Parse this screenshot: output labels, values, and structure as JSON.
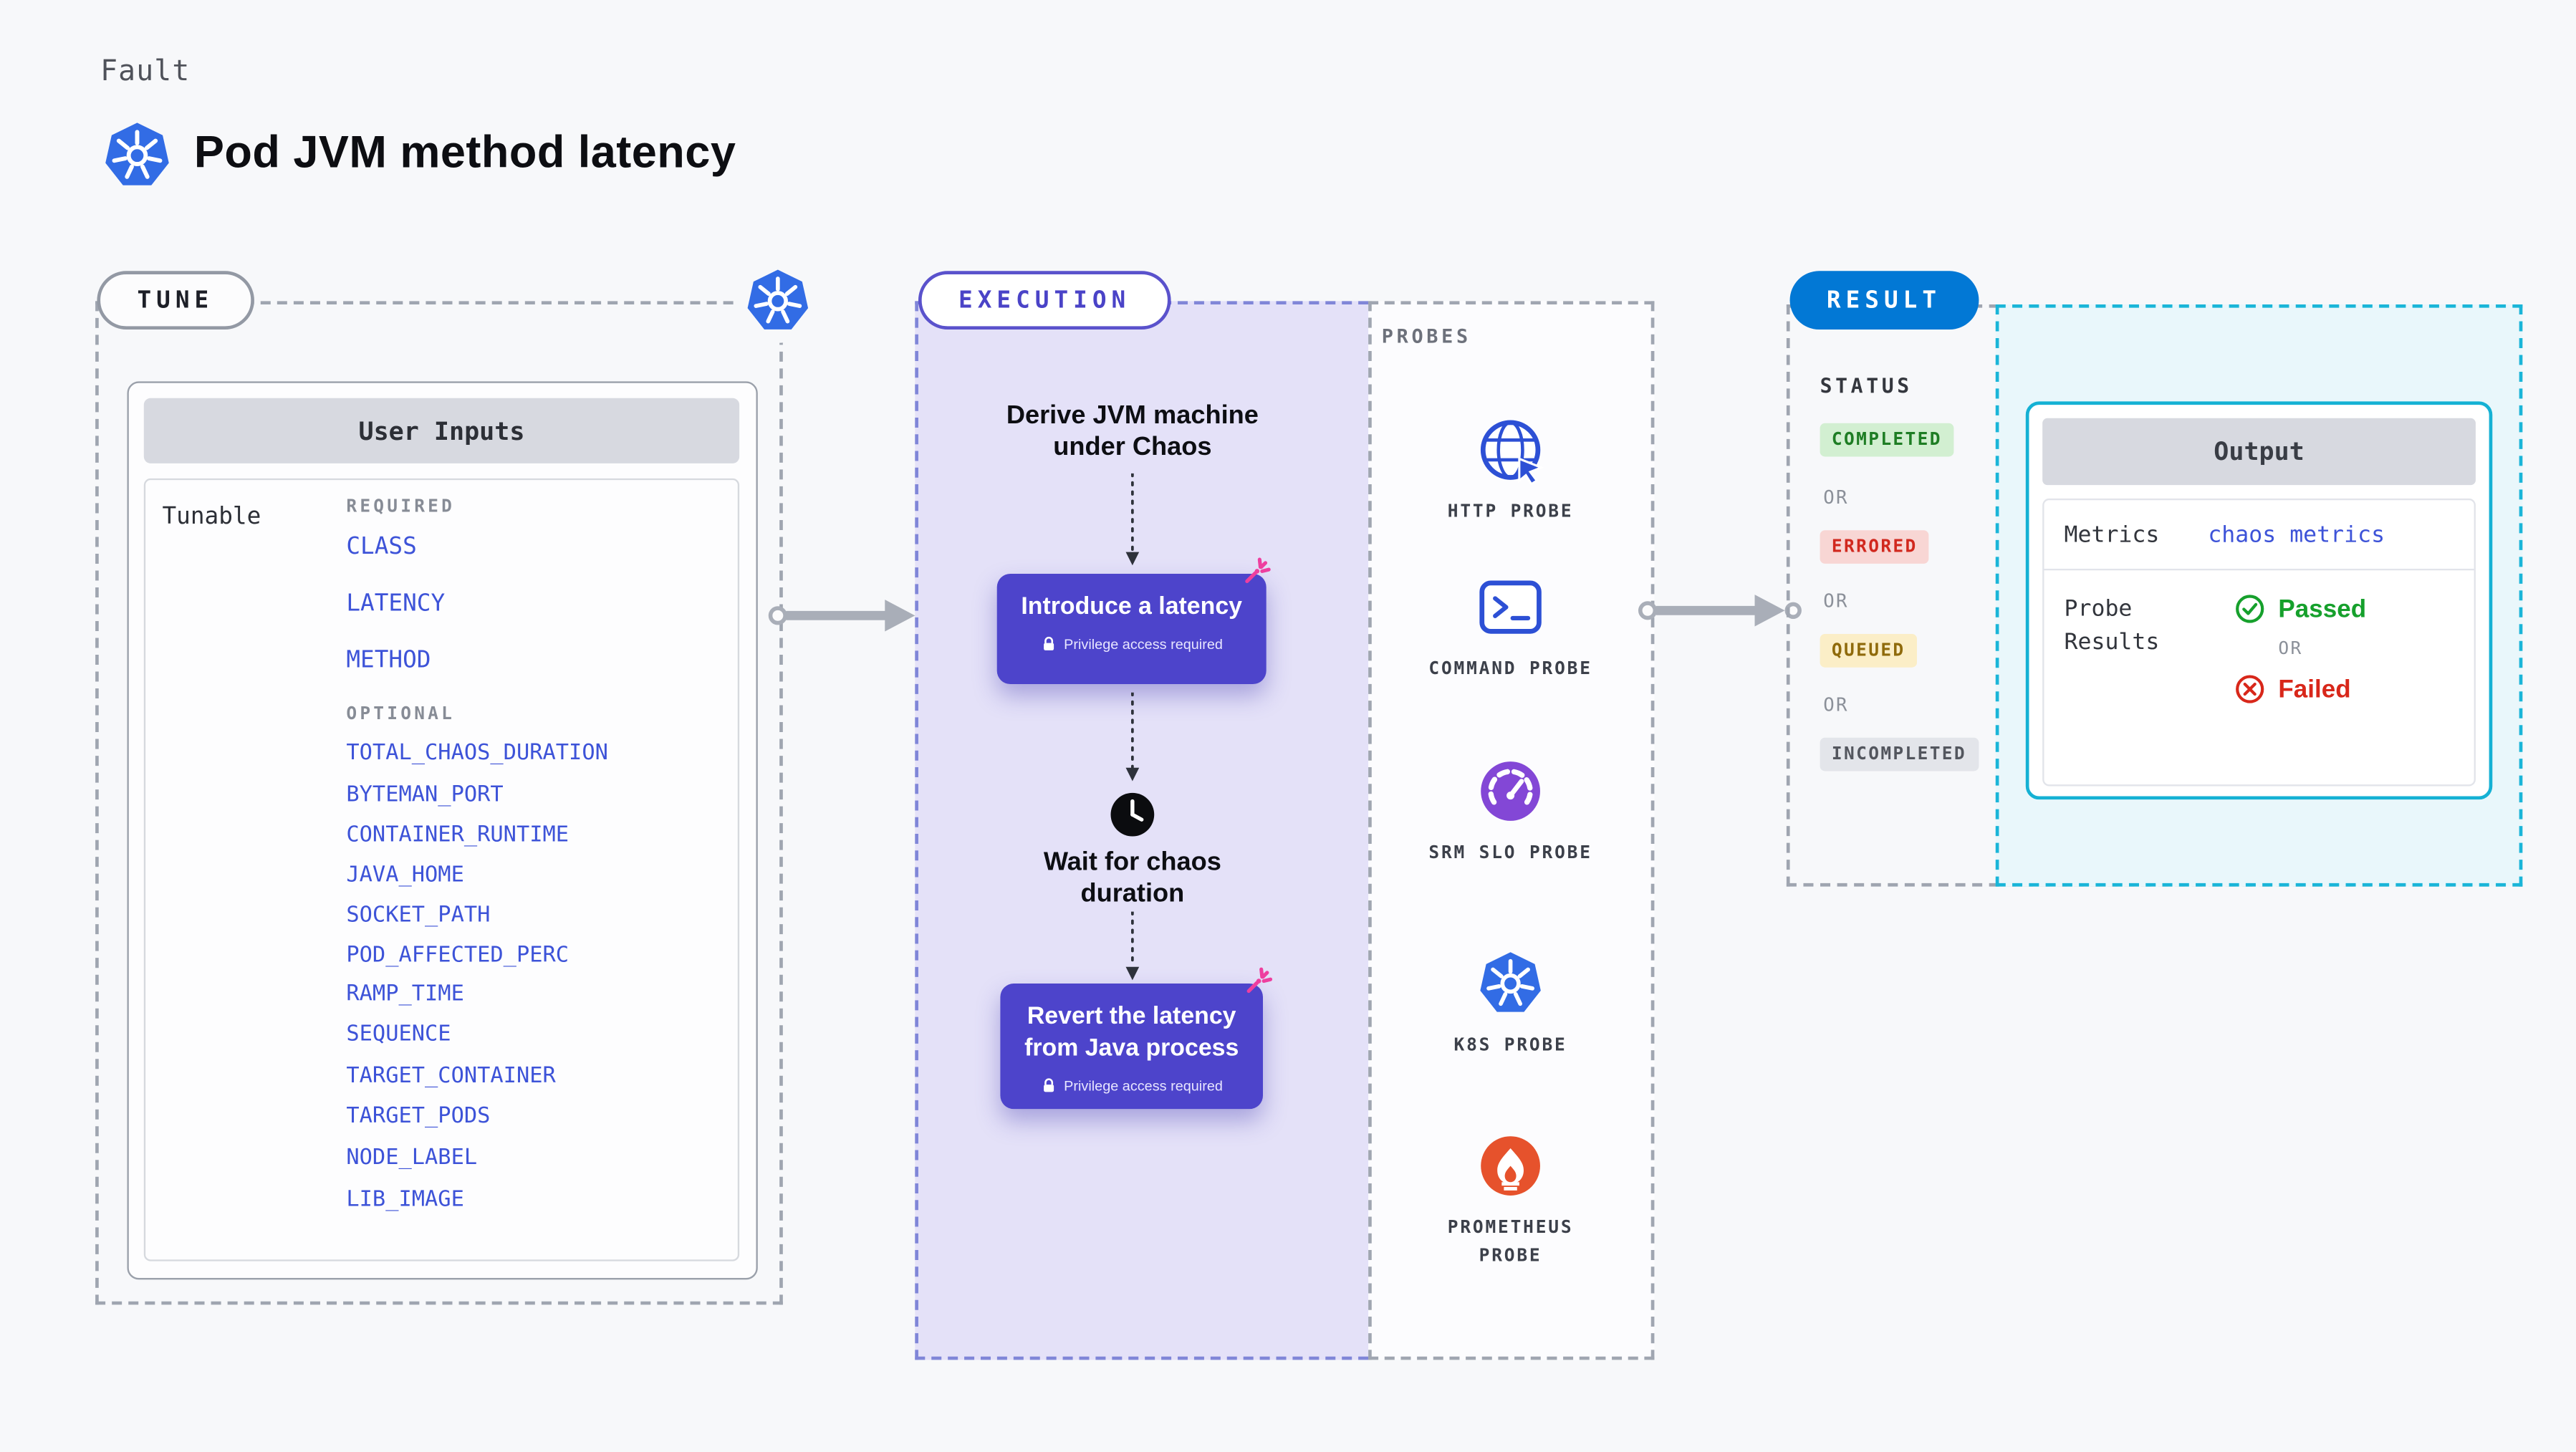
{
  "header": {
    "kicker": "Fault",
    "title": "Pod JVM method latency",
    "icon": "kubernetes-icon"
  },
  "tune": {
    "label": "TUNE",
    "corner_icon": "kubernetes-icon",
    "card_title": "User Inputs",
    "tunable_label": "Tunable",
    "required_label": "REQUIRED",
    "required": [
      "CLASS",
      "LATENCY",
      "METHOD"
    ],
    "optional_label": "OPTIONAL",
    "optional": [
      "TOTAL_CHAOS_DURATION",
      "BYTEMAN_PORT",
      "CONTAINER_RUNTIME",
      "JAVA_HOME",
      "SOCKET_PATH",
      "POD_AFFECTED_PERC",
      "RAMP_TIME",
      "SEQUENCE",
      "TARGET_CONTAINER",
      "TARGET_PODS",
      "NODE_LABEL",
      "LIB_IMAGE"
    ]
  },
  "execution": {
    "label": "EXECUTION",
    "derive_text": "Derive JVM machine under Chaos",
    "step1_title": "Introduce a latency",
    "step1_badge": "Privilege access required",
    "wait_text": "Wait for chaos duration",
    "step2_title": "Revert the latency from Java process",
    "step2_badge": "Privilege access required",
    "step_icons": [
      "chaos-spark-icon",
      "clock-icon",
      "lock-icon"
    ]
  },
  "probes": {
    "label": "PROBES",
    "items": [
      {
        "name": "HTTP PROBE",
        "icon": "globe-icon"
      },
      {
        "name": "COMMAND PROBE",
        "icon": "terminal-icon"
      },
      {
        "name": "SRM SLO PROBE",
        "icon": "gauge-icon"
      },
      {
        "name": "K8S PROBE",
        "icon": "kubernetes-icon"
      },
      {
        "name": "PROMETHEUS PROBE",
        "icon": "flame-icon"
      }
    ]
  },
  "result": {
    "label": "RESULT",
    "status_label": "STATUS",
    "or_label": "OR",
    "statuses": [
      {
        "label": "COMPLETED",
        "color": "#1e7d24"
      },
      {
        "label": "ERRORED",
        "color": "#d1281e"
      },
      {
        "label": "QUEUED",
        "color": "#8f6a0b"
      },
      {
        "label": "INCOMPLETED",
        "color": "#53565e"
      }
    ],
    "output": {
      "title": "Output",
      "metrics_label": "Metrics",
      "metrics_value": "chaos metrics",
      "probe_results_label": "Probe Results",
      "passed_label": "Passed",
      "or_label": "OR",
      "failed_label": "Failed",
      "passed_icon": "check-circle-icon",
      "failed_icon": "x-circle-icon"
    }
  },
  "colors": {
    "accent_purple": "#4d44cb",
    "k8s_blue": "#326ce5",
    "result_blue": "#0278d5",
    "cyan": "#15b1d4",
    "link_blue": "#3d53d8",
    "execution_bg": "#e4e1f8"
  }
}
